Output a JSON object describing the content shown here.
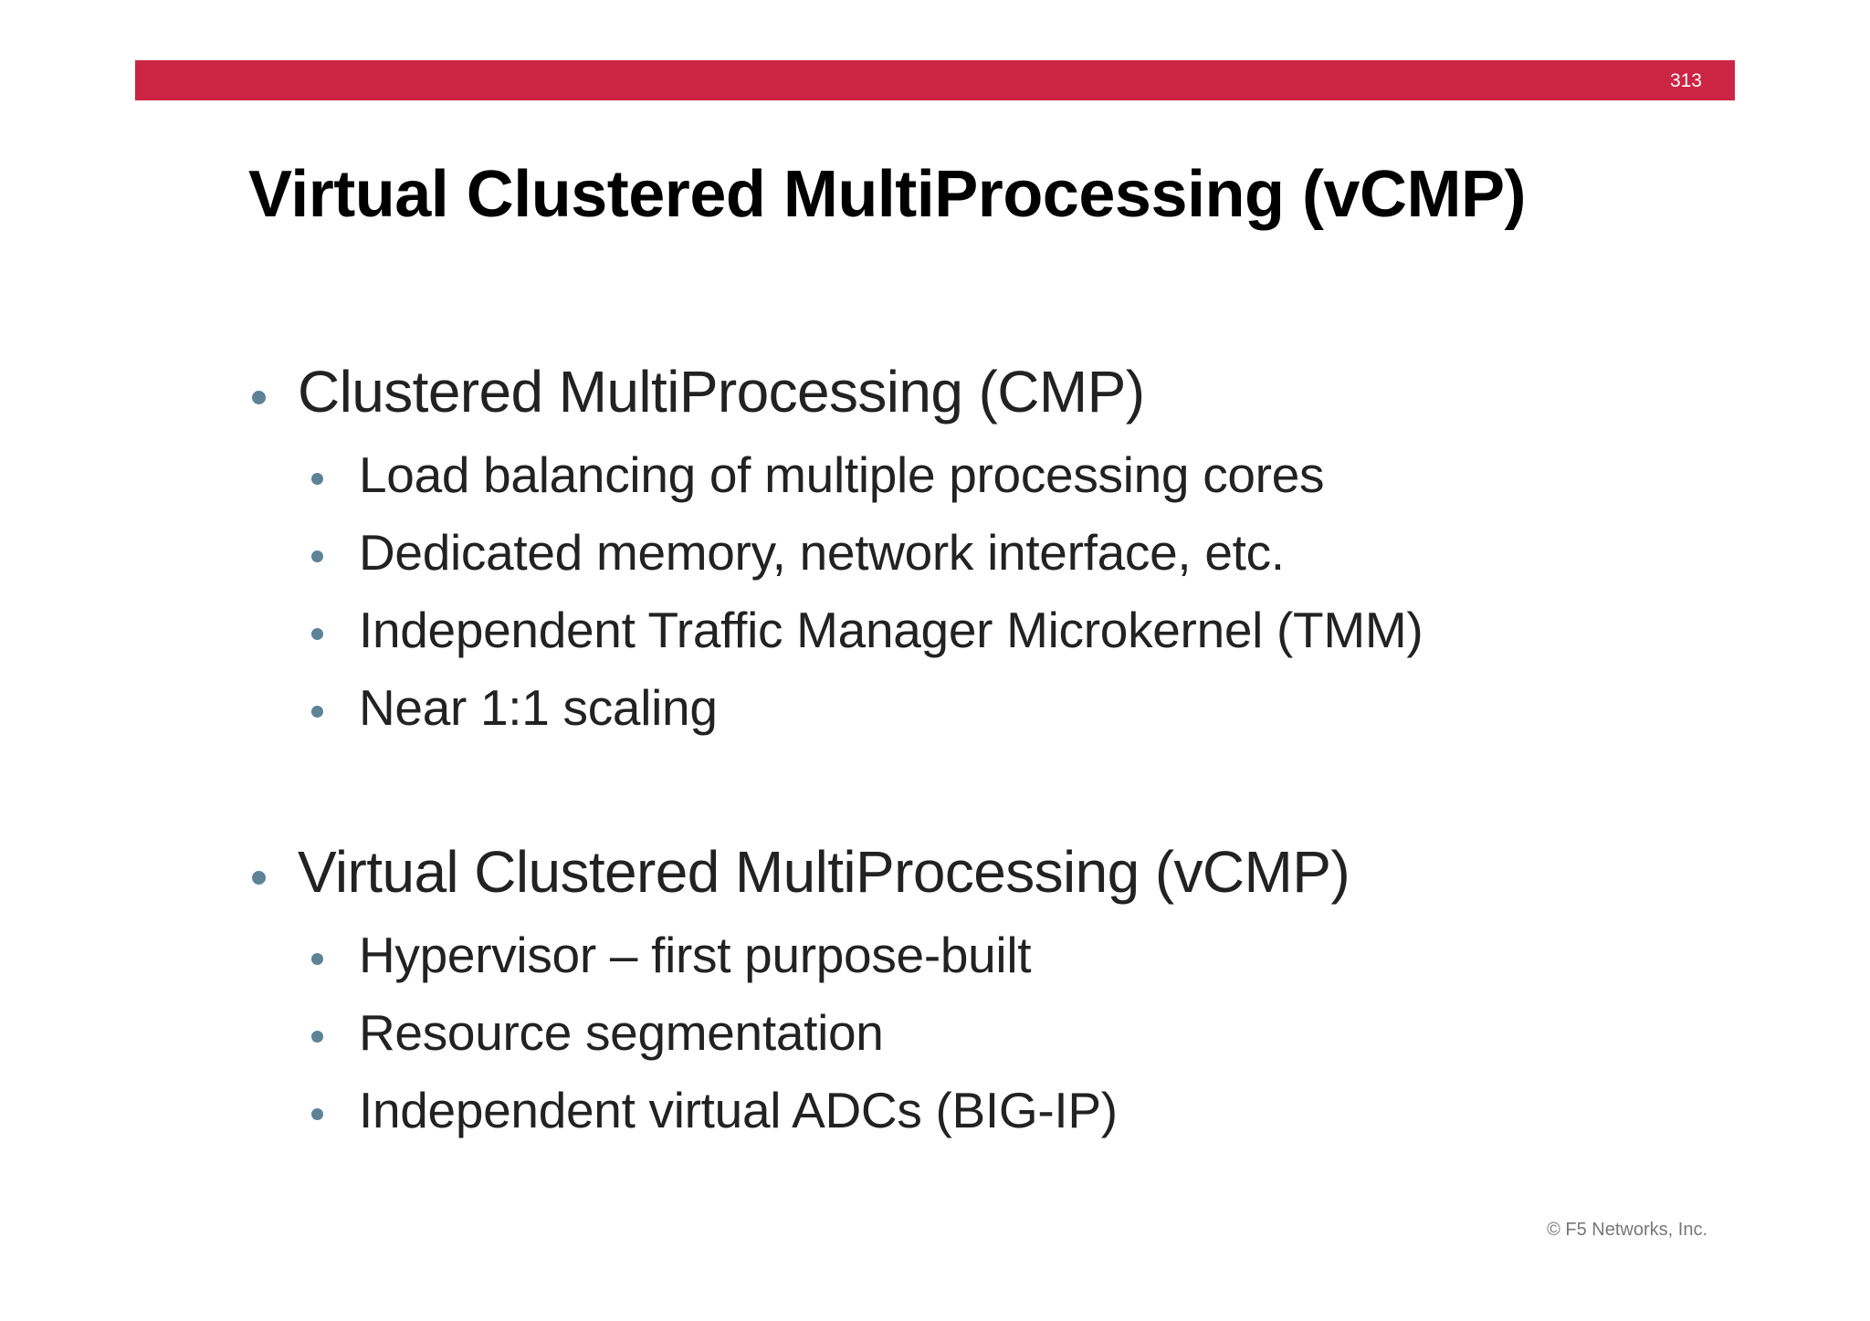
{
  "header": {
    "page_number": "313",
    "accent_color": "#cc2543"
  },
  "title": "Virtual Clustered MultiProcessing (vCMP)",
  "sections": [
    {
      "heading": "Clustered MultiProcessing (CMP)",
      "items": [
        "Load balancing of multiple processing cores",
        "Dedicated memory, network interface, etc.",
        "Independent Traffic Manager Microkernel (TMM)",
        "Near 1:1 scaling"
      ]
    },
    {
      "heading": "Virtual Clustered MultiProcessing (vCMP)",
      "items": [
        "Hypervisor – first purpose-built",
        "Resource segmentation",
        "Independent virtual ADCs (BIG-IP)"
      ]
    }
  ],
  "bullet_color": "#5e8296",
  "footer": {
    "copyright": "© F5 Networks, Inc."
  }
}
